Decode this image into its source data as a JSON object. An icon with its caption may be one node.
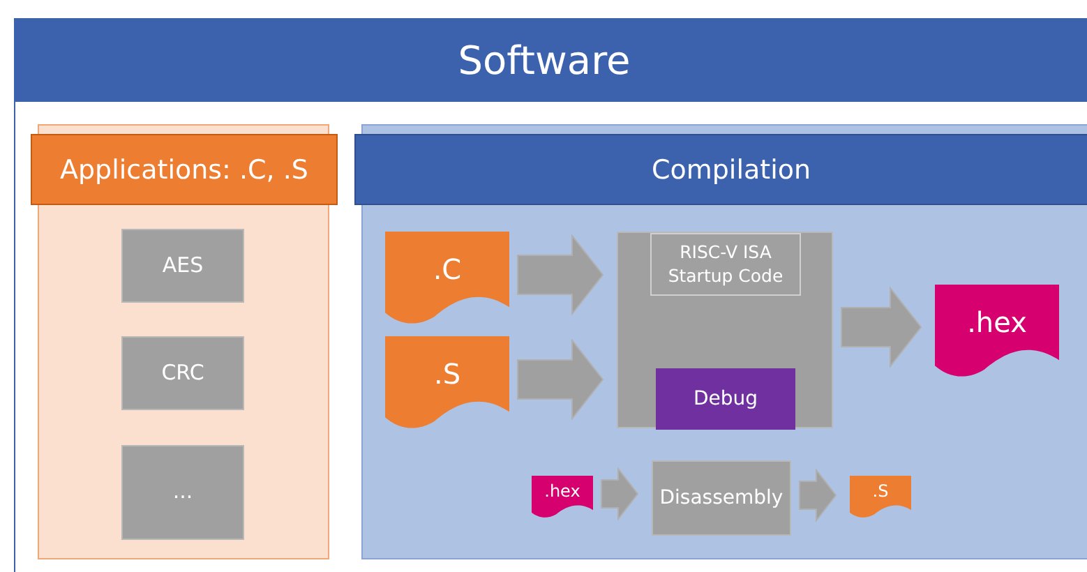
{
  "diagram": {
    "nodes": [
      {
        "text": [
          "Software"
        ]
      },
      {
        "text": [
          "Applications: .C, .S"
        ],
        "in": 0
      },
      {
        "text": [
          "AES"
        ],
        "in": 1
      },
      {
        "text": [
          "CRC"
        ],
        "in": 1
      },
      {
        "text": [
          "..."
        ],
        "in": 1
      },
      {
        "text": [
          "Compilation"
        ],
        "in": 0
      },
      {
        "text": [
          ".C"
        ],
        "in": 5
      },
      {
        "text": [
          ".S"
        ],
        "in": 5
      },
      {
        "text": [],
        "shape": "box",
        "in": 5
      },
      {
        "text": [
          "RISC-V ISA Startup Code"
        ],
        "in": 8
      },
      {
        "text": [
          "Debug"
        ],
        "in": 8
      },
      {
        "text": [
          ".hex"
        ],
        "in": 5
      },
      {
        "text": [
          ".hex"
        ],
        "in": 5
      },
      {
        "text": [
          "Disassembly"
        ],
        "in": 5
      },
      {
        "text": [
          ".S"
        ],
        "in": 5
      }
    ],
    "edges": [
      {
        "from": 6,
        "to": 8,
        "arrow": "to"
      },
      {
        "from": 7,
        "to": 8,
        "arrow": "to"
      },
      {
        "from": 8,
        "to": 11,
        "arrow": "to"
      },
      {
        "from": 12,
        "to": 13,
        "arrow": "to"
      },
      {
        "from": 13,
        "to": 14,
        "arrow": "to"
      }
    ]
  }
}
